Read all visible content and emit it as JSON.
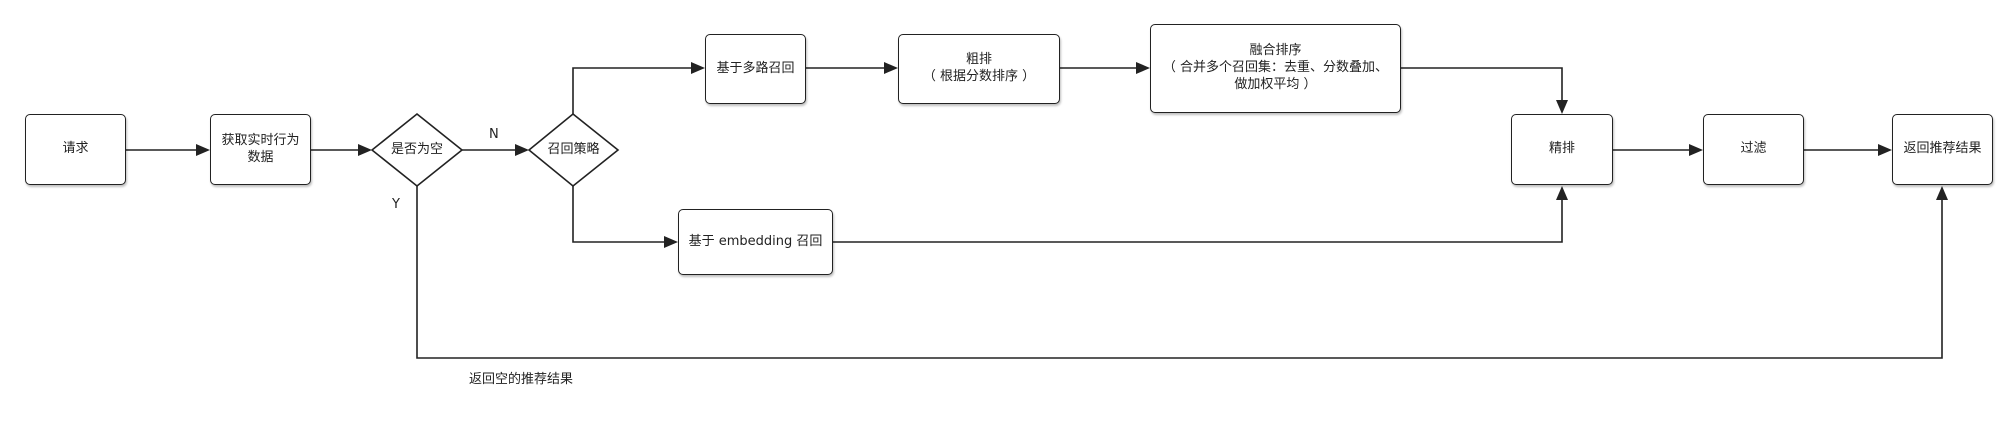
{
  "nodes": {
    "request": "请求",
    "fetch_realtime": "获取实时行为\n数据",
    "is_empty": "是否为空",
    "recall_strategy": "召回策略",
    "multi_recall": "基于多路召回",
    "coarse_rank": "粗排\n（ 根据分数排序 ）",
    "fusion_rank": "融合排序\n（ 合并多个召回集：去重、分数叠加、\n做加权平均 ）",
    "embedding_recall": "基于 embedding 召回",
    "fine_rank": "精排",
    "filter": "过滤",
    "return_result": "返回推荐结果"
  },
  "edge_labels": {
    "no": "N",
    "yes": "Y",
    "return_empty": "返回空的推荐结果"
  }
}
